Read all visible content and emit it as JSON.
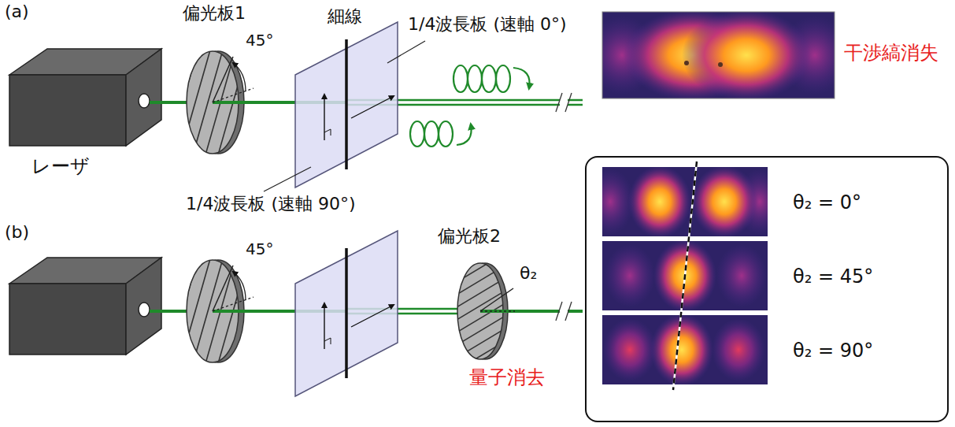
{
  "diagram": {
    "nodes": [
      {
        "text": [
          "θ₂ = 0°",
          "θ₂ = 45°",
          "θ₂ = 90°"
        ]
      }
    ],
    "labels": [
      "(a)",
      "偏光板1",
      "45°",
      "細線",
      "1/4波長板 (速軸 0°)",
      "干渉縞消失",
      "レーザ",
      "1/4波長板 (速軸 90°)",
      "(b)",
      "45°",
      "偏光板2",
      "θ₂",
      "量子消去"
    ]
  }
}
